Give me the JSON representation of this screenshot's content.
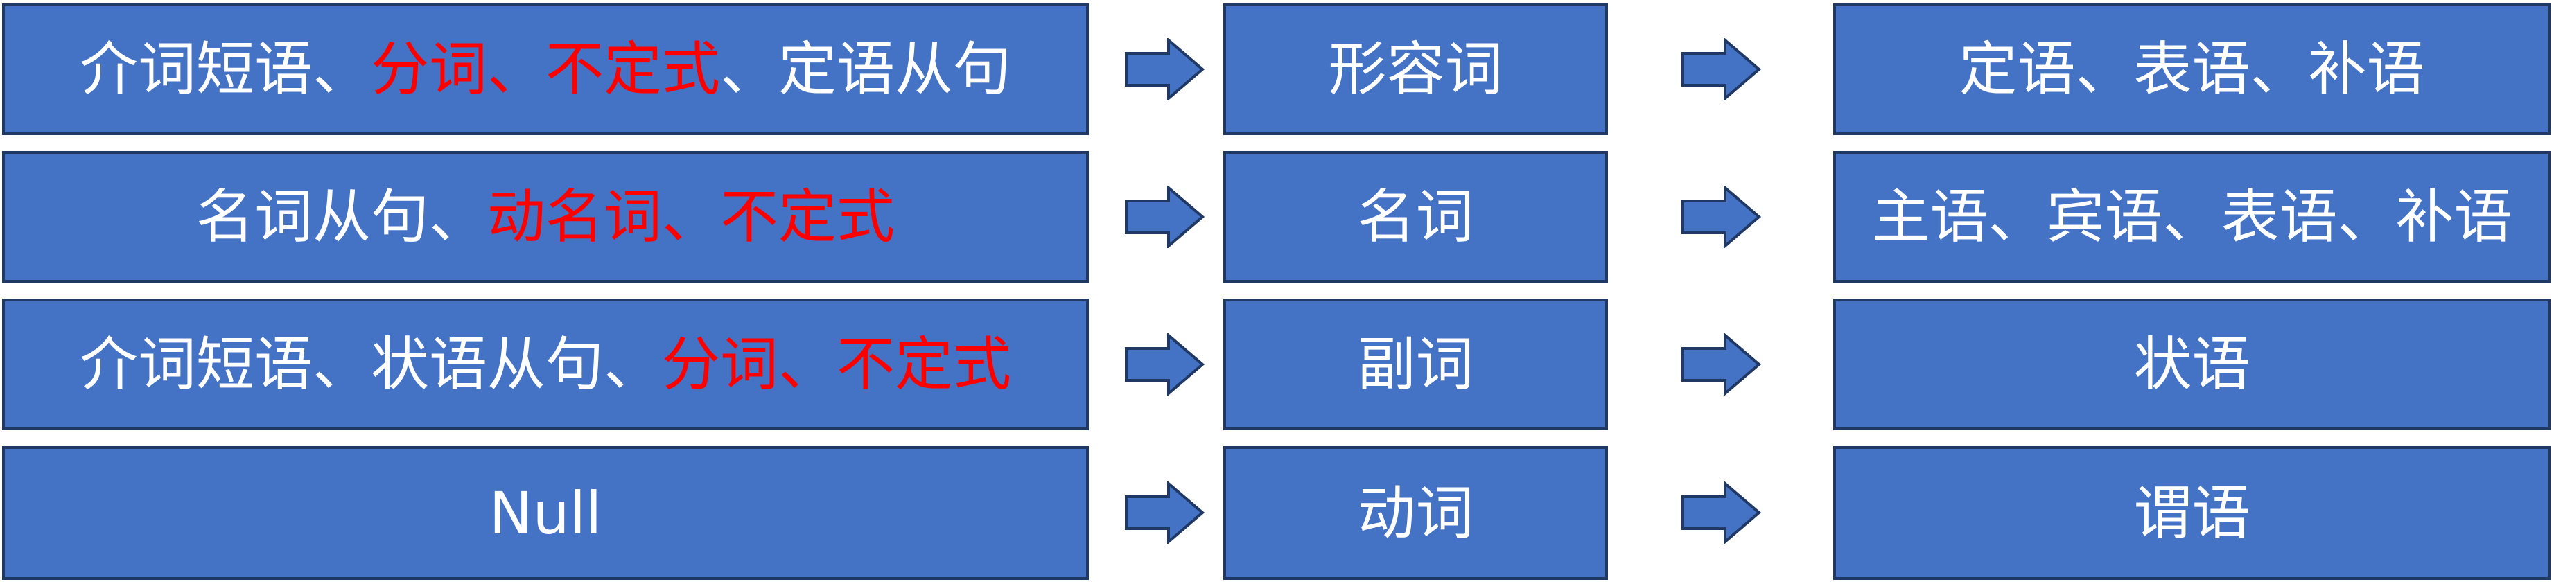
{
  "colors": {
    "box_fill": "#4472c4",
    "box_border": "#1f3864",
    "text_default": "#ffffff",
    "text_highlight": "#ff0000",
    "arrow_fill": "#4472c4"
  },
  "rows": [
    {
      "source": [
        {
          "text": "介词短语、",
          "color": "white"
        },
        {
          "text": "分词、不定式",
          "color": "red"
        },
        {
          "text": "、定语从句",
          "color": "white"
        }
      ],
      "part_of_speech": "形容词",
      "function": "定语、表语、补语"
    },
    {
      "source": [
        {
          "text": "名词从句、",
          "color": "white"
        },
        {
          "text": "动名词、不定式",
          "color": "red"
        }
      ],
      "part_of_speech": "名词",
      "function": "主语、宾语、表语、补语"
    },
    {
      "source": [
        {
          "text": "介词短语、状语从句、",
          "color": "white"
        },
        {
          "text": "分词、不定式",
          "color": "red"
        }
      ],
      "part_of_speech": "副词",
      "function": "状语"
    },
    {
      "source": [
        {
          "text": "Null",
          "color": "white"
        }
      ],
      "part_of_speech": "动词",
      "function": "谓语"
    }
  ],
  "arrow_icon": "right-arrow-icon"
}
